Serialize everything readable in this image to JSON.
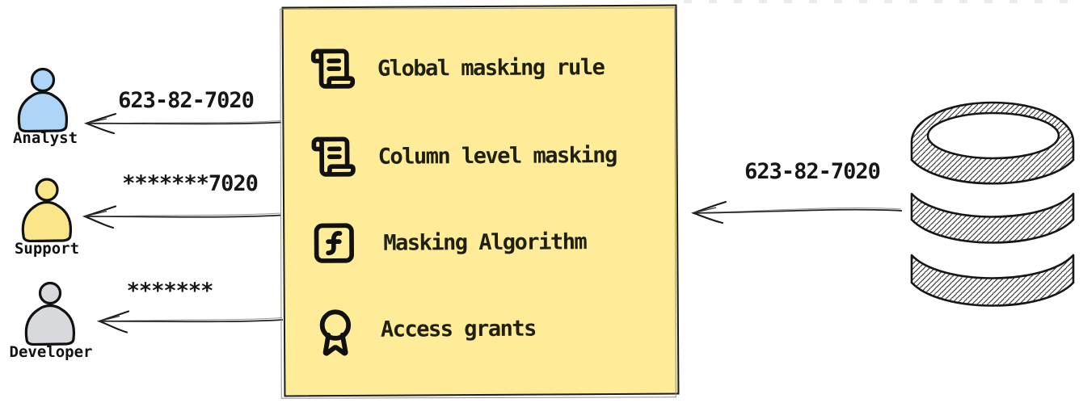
{
  "diagram": {
    "title_hint": "data masking flow",
    "colors": {
      "box_fill": "#ffec99",
      "box_border": "#1c1c1c",
      "analyst_fill": "#aed5f7",
      "support_fill": "#fae588",
      "developer_fill": "#d7d9dd",
      "text": "#161616"
    }
  },
  "personas": [
    {
      "label": "Analyst",
      "masked_value": "623-82-7020",
      "fill": "#aed5f7",
      "icon": "person-icon"
    },
    {
      "label": "Support",
      "masked_value": "*******7020",
      "fill": "#fae588",
      "icon": "person-icon"
    },
    {
      "label": "Developer",
      "masked_value": "*******",
      "fill": "#d7d9dd",
      "icon": "person-icon"
    }
  ],
  "masking_box": {
    "background": "#ffec99",
    "items": [
      {
        "icon": "scroll-text-icon",
        "label": "Global masking rule"
      },
      {
        "icon": "scroll-text-icon",
        "label": "Column level masking"
      },
      {
        "icon": "function-square-icon",
        "label": "Masking Algorithm"
      },
      {
        "icon": "award-icon",
        "label": "Access grants"
      }
    ]
  },
  "source": {
    "icon": "database-icon",
    "value": "623-82-7020"
  }
}
